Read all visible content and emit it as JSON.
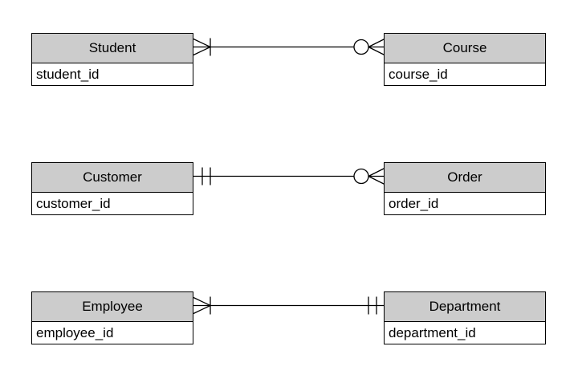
{
  "diagram": {
    "type": "entity-relationship",
    "notation": "crow's foot",
    "entities": [
      {
        "name": "Student",
        "attributes": [
          "student_id"
        ]
      },
      {
        "name": "Course",
        "attributes": [
          "course_id"
        ]
      },
      {
        "name": "Customer",
        "attributes": [
          "customer_id"
        ]
      },
      {
        "name": "Order",
        "attributes": [
          "order_id"
        ]
      },
      {
        "name": "Employee",
        "attributes": [
          "employee_id"
        ]
      },
      {
        "name": "Department",
        "attributes": [
          "department_id"
        ]
      }
    ],
    "relationships": [
      {
        "from": "Student",
        "to": "Course",
        "from_cardinality": "one or many",
        "to_cardinality": "zero or many"
      },
      {
        "from": "Customer",
        "to": "Order",
        "from_cardinality": "exactly one",
        "to_cardinality": "zero or many"
      },
      {
        "from": "Employee",
        "to": "Department",
        "from_cardinality": "one or many",
        "to_cardinality": "exactly one"
      }
    ],
    "colors": {
      "header_fill": "#cccccc",
      "body_fill": "#ffffff",
      "border": "#000000",
      "background": "#ffffff"
    }
  }
}
